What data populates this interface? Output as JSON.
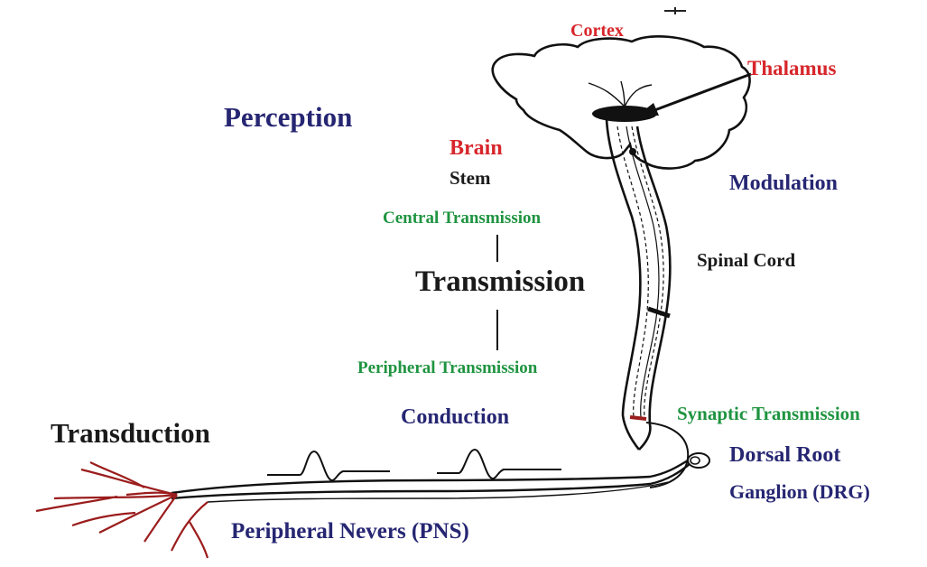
{
  "colors": {
    "red": "#d7262b",
    "navy": "#262673",
    "black": "#1a1a1a",
    "green": "#1f9440",
    "nerve": "#9b1c1c"
  },
  "labels": {
    "cortex": "Cortex",
    "thalamus": "Thalamus",
    "perception": "Perception",
    "brain": "Brain",
    "stem": "Stem",
    "modulation": "Modulation",
    "central_transmission": "Central Transmission",
    "spinal_cord": "Spinal Cord",
    "transmission": "Transmission",
    "peripheral_transmission": "Peripheral Transmission",
    "synaptic_transmission": "Synaptic Transmission",
    "conduction": "Conduction",
    "transduction": "Transduction",
    "dorsal_root": "Dorsal Root",
    "ganglion": "Ganglion (DRG)",
    "peripheral_nerves": "Peripheral Nevers (PNS)"
  }
}
